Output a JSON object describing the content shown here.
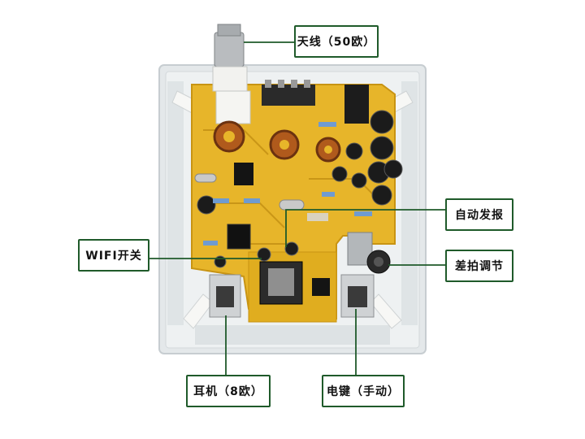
{
  "labels": {
    "antenna": "天线（50欧）",
    "auto_send": "自动发报",
    "wifi_switch": "WIFI开关",
    "beat_tuning": "差拍调节",
    "earphone": "耳机（8欧）",
    "key": "电键（手动）"
  },
  "colors": {
    "callout_border": "#1f5a2a",
    "leader_line": "#1f5a2a",
    "pcb": "#e7b52a",
    "enclosure": "#e4e8ea"
  }
}
